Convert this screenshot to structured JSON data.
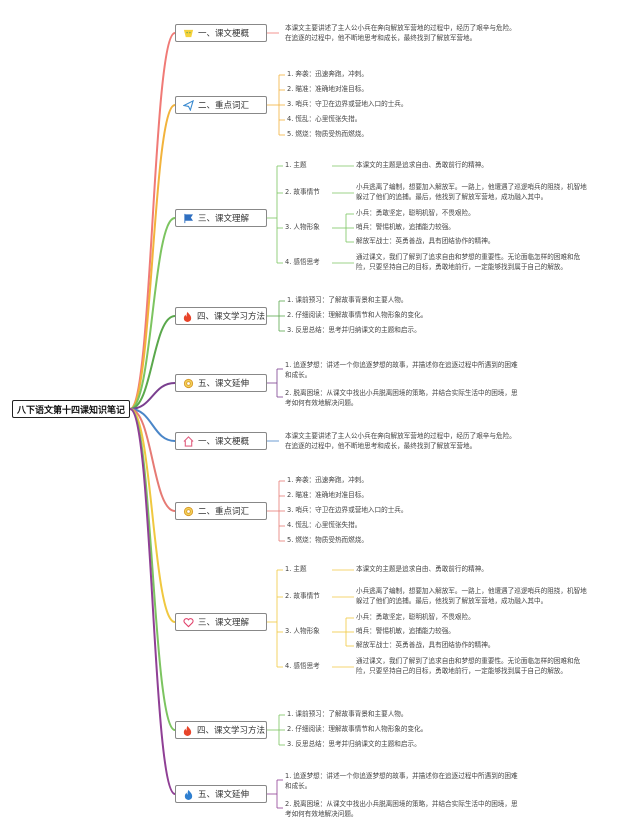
{
  "root": {
    "title": "八下语文第十四课知识笔记"
  },
  "colors": {
    "b1": "#f07a76",
    "b2": "#f2b33c",
    "b3": "#7cc460",
    "b4": "#5aa84c",
    "b5": "#7a3f8f",
    "b6": "#4a86c8",
    "b7": "#e67a74",
    "b8": "#f0c840",
    "b9": "#7cc460",
    "b10": "#8f3f95",
    "b11": "#3a86c8"
  },
  "branches": [
    {
      "label": "一、课文梗概",
      "icon": "smiley-icon",
      "text": [
        "本课文主要讲述了主人公小兵在奔向解放军营地的过程中，经历了艰辛与危险。",
        "在追逐的过程中，他不断地思考和成长，最终找到了解放军营地。"
      ]
    },
    {
      "label": "二、重点词汇",
      "icon": "paper-plane-icon",
      "items": [
        "1. 奔袭：迅速奔跑，冲刺。",
        "2. 瞄准：准确地对准目标。",
        "3. 哨兵：守卫在边界或营地入口的士兵。",
        "4. 慌乱：心里慌张失措。",
        "5. 燃烧：物质受热而燃烧。"
      ]
    },
    {
      "label": "三、课文理解",
      "icon": "flag-icon",
      "items": [
        {
          "k": "1. 主题",
          "v": [
            "本课文的主题是追求自由、勇敢前行的精神。"
          ]
        },
        {
          "k": "2. 故事情节",
          "v": [
            "小兵逃离了编制，想要加入解放军。一路上，他遭遇了巡逻哨兵的阻挠，机智地",
            "躲过了他们的追捕。最后，他找到了解放军营地，成功融入其中。"
          ]
        },
        {
          "k": "3. 人物形象",
          "v": [
            "小兵：勇敢坚定，聪明机智，不畏艰险。",
            "哨兵：警惕机敏，追捕能力较强。",
            "解放军战士：英勇善战，具有团结协作的精神。"
          ]
        },
        {
          "k": "4. 感悟思考",
          "v": [
            "通过课文，我们了解到了追求自由和梦想的重要性。无论面临怎样的困难和危",
            "险，只要坚持自己的目标，勇敢地前行，一定能够找到属于自己的解放。"
          ]
        }
      ]
    },
    {
      "label": "四、课文学习方法",
      "icon": "fire-icon",
      "items": [
        "1. 课前预习：了解故事背景和主要人物。",
        "2. 仔细阅读：理解故事情节和人物形象的变化。",
        "3. 反思总结：思考并归纳课文的主题和启示。"
      ]
    },
    {
      "label": "五、课文延伸",
      "icon": "medal-icon",
      "items": [
        [
          "1. 追逐梦想：讲述一个你追逐梦想的故事，并描述你在追逐过程中所遇到的困难",
          "和成长。"
        ],
        [
          "2. 脱离困境：从课文中找出小兵脱离困境的策略，并结合实际生活中的困境，思",
          "考如何有效地解决问题。"
        ]
      ]
    },
    {
      "label": "一、课文梗概",
      "icon": "home-icon",
      "text": [
        "本课文主要讲述了主人公小兵在奔向解放军营地的过程中，经历了艰辛与危险。",
        "在追逐的过程中，他不断地思考和成长，最终找到了解放军营地。"
      ]
    },
    {
      "label": "二、重点词汇",
      "icon": "medal-icon",
      "items": [
        "1. 奔袭：迅速奔跑，冲刺。",
        "2. 瞄准：准确地对准目标。",
        "3. 哨兵：守卫在边界或营地入口的士兵。",
        "4. 慌乱：心里慌张失措。",
        "5. 燃烧：物质受热而燃烧。"
      ]
    },
    {
      "label": "三、课文理解",
      "icon": "heart-icon",
      "items": [
        {
          "k": "1. 主题",
          "v": [
            "本课文的主题是追求自由、勇敢前行的精神。"
          ]
        },
        {
          "k": "2. 故事情节",
          "v": [
            "小兵逃离了编制，想要加入解放军。一路上，他遭遇了巡逻哨兵的阻挠，机智地",
            "躲过了他们的追捕。最后，他找到了解放军营地，成功融入其中。"
          ]
        },
        {
          "k": "3. 人物形象",
          "v": [
            "小兵：勇敢坚定，聪明机智，不畏艰险。",
            "哨兵：警惕机敏，追捕能力较强。",
            "解放军战士：英勇善战，具有团结协作的精神。"
          ]
        },
        {
          "k": "4. 感悟思考",
          "v": [
            "通过课文，我们了解到了追求自由和梦想的重要性。无论面临怎样的困难和危",
            "险，只要坚持自己的目标，勇敢地前行，一定能够找到属于自己的解放。"
          ]
        }
      ]
    },
    {
      "label": "四、课文学习方法",
      "icon": "fire-icon",
      "items": [
        "1. 课前预习：了解故事背景和主要人物。",
        "2. 仔细阅读：理解故事情节和人物形象的变化。",
        "3. 反思总结：思考并归纳课文的主题和启示。"
      ]
    },
    {
      "label": "五、课文延伸",
      "icon": "flame-blue-icon",
      "items": [
        [
          "1. 追逐梦想：讲述一个你追逐梦想的故事，并描述你在追逐过程中所遇到的困难",
          "和成长。"
        ],
        [
          "2. 脱离困境：从课文中找出小兵脱离困境的策略，并结合实际生活中的困境，思",
          "考如何有效地解决问题。"
        ]
      ]
    }
  ]
}
